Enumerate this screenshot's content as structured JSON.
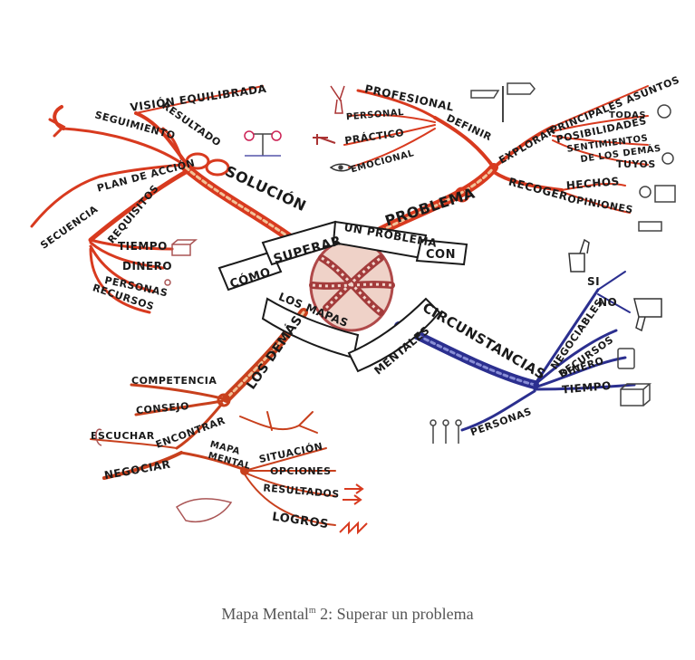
{
  "central": {
    "words": [
      "CÓMO",
      "SUPERAR",
      "UN PROBLEMA",
      "CON",
      "LOS MAPAS",
      "MENTALES"
    ]
  },
  "branches": {
    "solucion": {
      "label": "SOLUCIÓN",
      "color": "#d83a1f",
      "items": [
        "VISIÓN EQUILIBRADA",
        "RESULTADO",
        "SEGUIMIENTO",
        "PLAN DE ACCIÓN",
        "SECUENCIA",
        "REQUISITOS",
        "TIEMPO",
        "DINERO",
        "PERSONAS",
        "RECURSOS"
      ]
    },
    "problema": {
      "label": "PROBLEMA",
      "color": "#d83a1f",
      "items": [
        "PROFESIONAL",
        "PERSONAL",
        "PRÁCTICO",
        "EMOCIONAL",
        "DEFINIR",
        "EXPLORAR",
        "PRINCIPALES ASUNTOS",
        "POSIBILIDADES",
        "TODAS",
        "SENTIMIENTOS",
        "DE LOS DEMÁS",
        "TUYOS",
        "RECOGER",
        "HECHOS",
        "OPINIONES"
      ]
    },
    "circunstancias": {
      "label": "CIRCUNSTANCIAS",
      "color": "#2b2f8f",
      "items": [
        "NEGOCIABLES",
        "SI",
        "NO",
        "RECURSOS",
        "DINERO",
        "TIEMPO",
        "PERSONAS"
      ]
    },
    "losdemas": {
      "label": "LOS DEMÁS",
      "color": "#c8401d",
      "items": [
        "COMPETENCIA",
        "CONSEJO",
        "ESCUCHAR",
        "ENCONTRAR",
        "NEGOCIAR",
        "MAPA",
        "MENTAL",
        "SITUACIÓN",
        "OPCIONES",
        "RESULTADOS",
        "LOGROS"
      ]
    }
  },
  "caption": {
    "prefix": "Mapa Mental",
    "sup": "m",
    "suffix": " 2: Superar un problema"
  }
}
